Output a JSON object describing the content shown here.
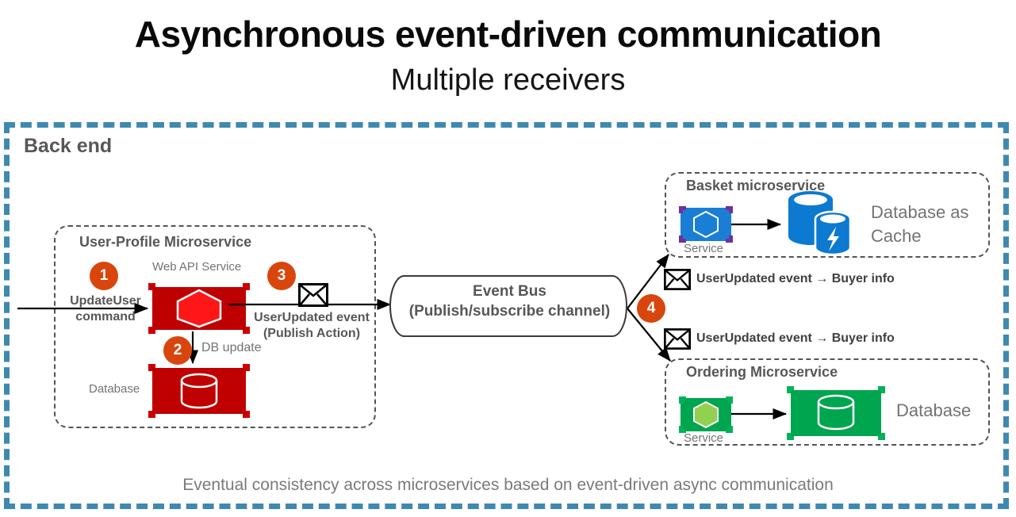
{
  "title": {
    "main": "Asynchronous event-driven communication",
    "sub": "Multiple receivers"
  },
  "backend": {
    "label": "Back end",
    "frame_color": "#3f89b0"
  },
  "user_profile": {
    "group_title": "User-Profile Microservice",
    "web_api_caption": "Web API Service",
    "database_caption": "Database",
    "step1_badge": "1",
    "step2_badge": "2",
    "step3_badge": "3",
    "incoming_label_line1": "UpdateUser",
    "incoming_label_line2": "command",
    "db_update_label": "DB update",
    "publish_label_line1": "UserUpdated event",
    "publish_label_line2": "(Publish Action)",
    "service_color": "#be0000",
    "hexagon_color": "#ff1616",
    "db_color": "#c00000"
  },
  "event_bus": {
    "line1": "Event Bus",
    "line2": "(Publish/subscribe channel)",
    "step4_badge": "4"
  },
  "basket": {
    "group_title": "Basket microservice",
    "service_caption": "Service",
    "database_label_line1": "Database as",
    "database_label_line2": "Cache",
    "event_label": "UserUpdated event → Buyer info",
    "service_color": "#1a7fd4",
    "bracket_color": "#7030a0",
    "cache_color": "#0c7ad1"
  },
  "ordering": {
    "group_title": "Ordering Microservice",
    "service_caption": "Service",
    "database_label": "Database",
    "event_label": "UserUpdated event → Buyer info",
    "service_color": "#00a550",
    "hexagon_color": "#92d050",
    "db_color": "#00a550"
  },
  "footnote": "Eventual consistency across microservices based on event-driven async communication",
  "icons": {
    "envelope_publish": "envelope-icon",
    "envelope_basket": "envelope-icon",
    "envelope_ordering": "envelope-icon"
  }
}
